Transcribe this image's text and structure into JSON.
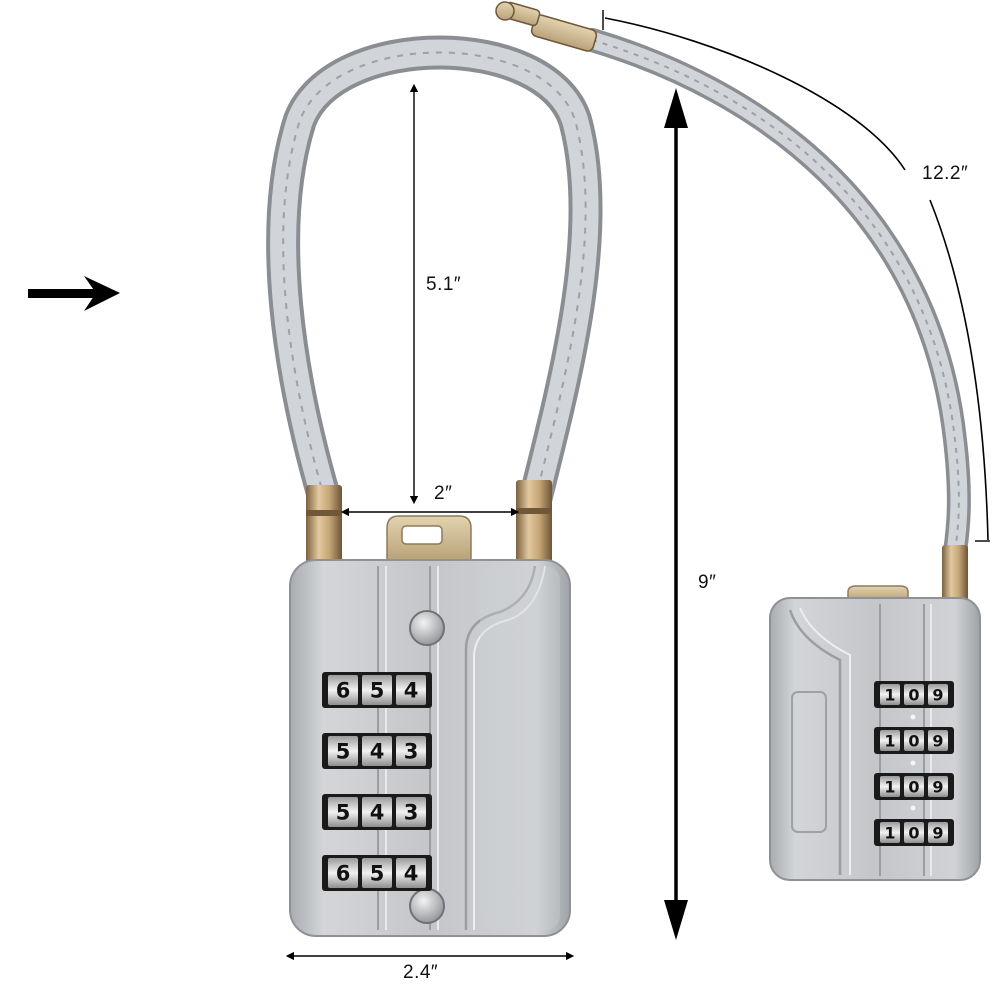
{
  "colors": {
    "cable": "#c9cdd2",
    "lock_body": "#c7c9cc",
    "brass": "#b99a6a",
    "dial_window": "#1a1a1a",
    "dial_face": "#e6e6e6",
    "line": "#000000"
  },
  "icons": {
    "pointer": "arrow-right-icon"
  },
  "dimensions": {
    "cable_height": "5.1″",
    "shackle_width": "2″",
    "body_width": "2.4″",
    "total_height": "9″",
    "cable_length": "12.2″"
  },
  "front_lock": {
    "dials": [
      [
        "6",
        "5",
        "4"
      ],
      [
        "5",
        "4",
        "3"
      ],
      [
        "5",
        "4",
        "3"
      ],
      [
        "6",
        "5",
        "4"
      ]
    ]
  },
  "side_lock": {
    "dials": [
      [
        "1",
        "0",
        "9"
      ],
      [
        "1",
        "0",
        "9"
      ],
      [
        "1",
        "0",
        "9"
      ],
      [
        "1",
        "0",
        "9"
      ]
    ]
  }
}
